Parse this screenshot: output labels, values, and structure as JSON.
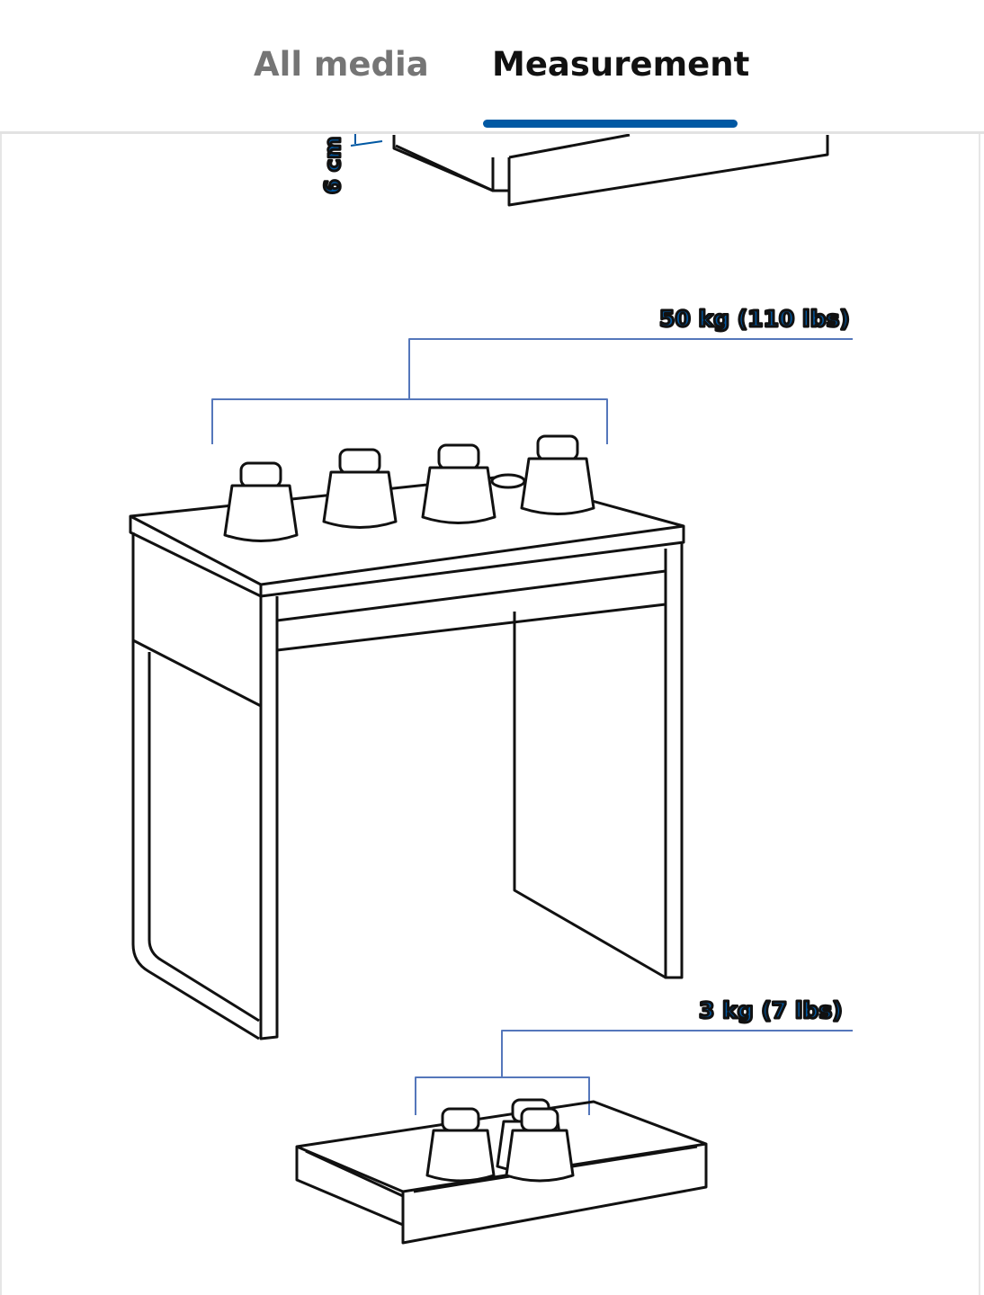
{
  "tabs": [
    {
      "label": "All media",
      "active": false
    },
    {
      "label": "Measurement",
      "active": true
    }
  ],
  "accent_color": "#0058a3",
  "illustration": {
    "drawer_height_label": "6 cm",
    "desk_load_label": "50 kg (110 lbs)",
    "drawer_load_label": "3 kg (7 lbs)"
  }
}
